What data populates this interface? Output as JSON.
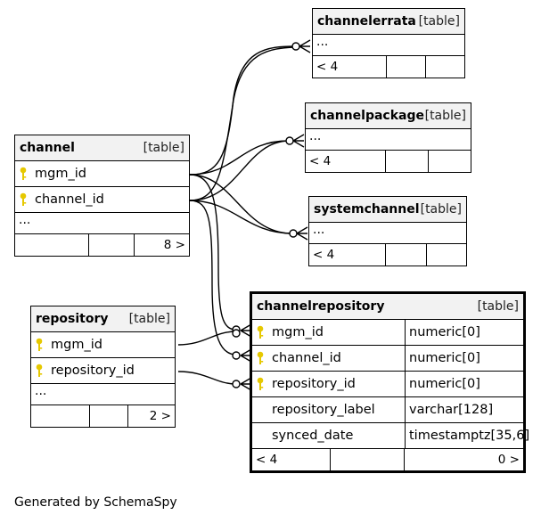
{
  "tables": {
    "channelerrata": {
      "name": "channelerrata",
      "tag": "[table]",
      "ellipsis": "...",
      "parents": "< 4",
      "children": ""
    },
    "channelpackage": {
      "name": "channelpackage",
      "tag": "[table]",
      "ellipsis": "...",
      "parents": "< 4",
      "children": ""
    },
    "systemchannel": {
      "name": "systemchannel",
      "tag": "[table]",
      "ellipsis": "...",
      "parents": "< 4",
      "children": ""
    },
    "channel": {
      "name": "channel",
      "tag": "[table]",
      "columns": [
        {
          "name": "mgm_id",
          "key": true
        },
        {
          "name": "channel_id",
          "key": true
        }
      ],
      "ellipsis": "...",
      "parents": "",
      "children": "8 >"
    },
    "repository": {
      "name": "repository",
      "tag": "[table]",
      "columns": [
        {
          "name": "mgm_id",
          "key": true
        },
        {
          "name": "repository_id",
          "key": true
        }
      ],
      "ellipsis": "...",
      "parents": "",
      "children": "2 >"
    },
    "channelrepository": {
      "name": "channelrepository",
      "tag": "[table]",
      "columns": [
        {
          "name": "mgm_id",
          "type": "numeric[0]",
          "key": true
        },
        {
          "name": "channel_id",
          "type": "numeric[0]",
          "key": true
        },
        {
          "name": "repository_id",
          "type": "numeric[0]",
          "key": true
        },
        {
          "name": "repository_label",
          "type": "varchar[128]",
          "key": false
        },
        {
          "name": "synced_date",
          "type": "timestamptz[35,6]",
          "key": false
        }
      ],
      "parents": "< 4",
      "children": "0 >"
    }
  },
  "colors": {
    "header_bg": "#f2f2f2",
    "key_icon": "#e6c800",
    "line": "#000000"
  },
  "footer": "Generated by SchemaSpy"
}
